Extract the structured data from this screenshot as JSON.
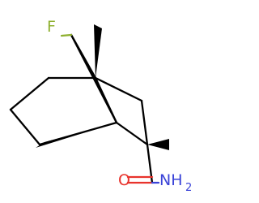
{
  "molecule": {
    "colors": {
      "bond": "#000000",
      "fluorine": "#8fb030",
      "oxygen": "#e8332c",
      "nitrogen": "#3a43d8"
    },
    "labels": {
      "fluorine": "F",
      "oxygen": "O",
      "amide_nitrogen": "NH",
      "amide_subscript": "2"
    }
  }
}
